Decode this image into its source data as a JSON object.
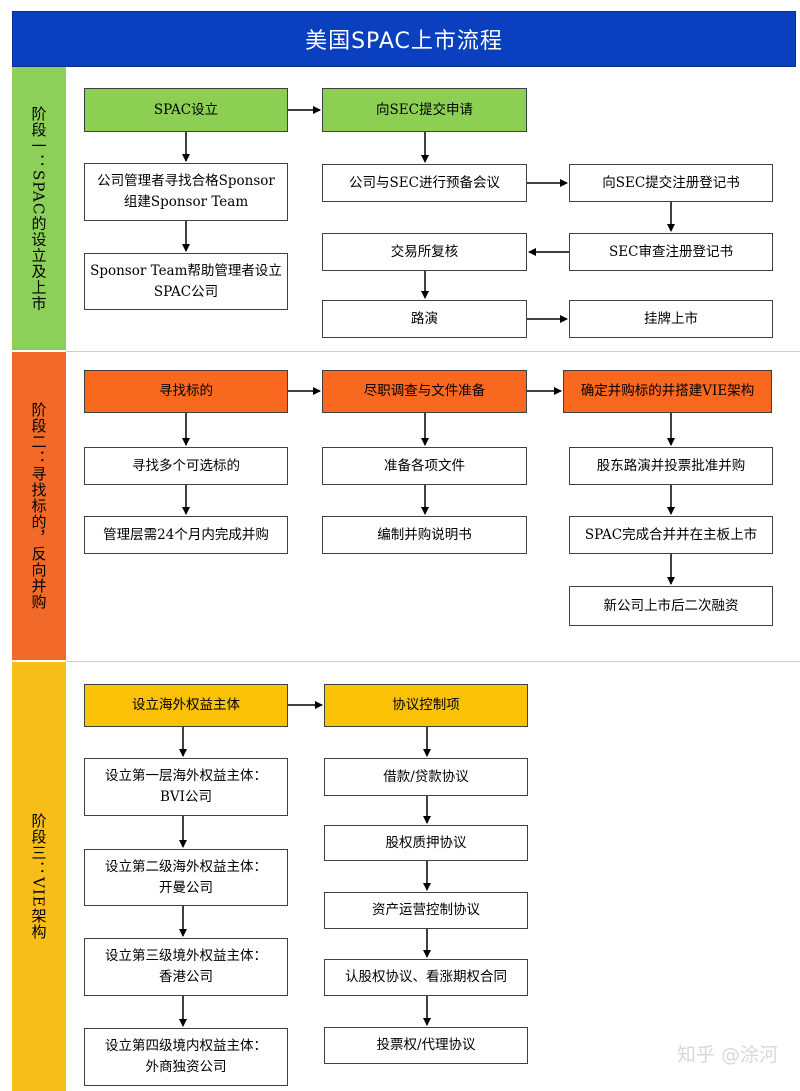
{
  "title": "美国SPAC上市流程",
  "stages": [
    {
      "label": "阶段一：SPAC的设立及上市"
    },
    {
      "label": "阶段二：寻找标的，反向并购"
    },
    {
      "label": "阶段三：VIE架构"
    }
  ],
  "boxes": {
    "spac_setup": "SPAC设立",
    "sec_apply": "向SEC提交申请",
    "find_sponsor": "公司管理者寻找合格Sponsor\n组建Sponsor Team",
    "sponsor_help": "Sponsor Team帮助管理者设立\nSPAC公司",
    "pre_meeting": "公司与SEC进行预备会议",
    "submit_reg": "向SEC提交注册登记书",
    "exchange_review": "交易所复核",
    "sec_review": "SEC审查注册登记书",
    "roadshow": "路演",
    "listing": "挂牌上市",
    "find_target": "寻找标的",
    "due_diligence": "尽职调查与文件准备",
    "confirm_vie": "确定并购标的并搭建VIE架构",
    "find_multi": "寻找多个可选标的",
    "prepare_docs": "准备各项文件",
    "shareholder_vote": "股东路演并投票批准并购",
    "mgmt_24": "管理层需24个月内完成并购",
    "merger_doc": "编制并购说明书",
    "spac_main": "SPAC完成合并并在主板上市",
    "secondary": "新公司上市后二次融资",
    "offshore": "设立海外权益主体",
    "agreements": "协议控制项",
    "layer1": "设立第一层海外权益主体：\nBVI公司",
    "loan": "借款/贷款协议",
    "pledge": "股权质押协议",
    "layer2": "设立第二级海外权益主体：\n开曼公司",
    "ops": "资产运营控制协议",
    "layer3": "设立第三级境外权益主体：\n香港公司",
    "subscription": "认股权协议、看涨期权合同",
    "layer4": "设立第四级境内权益主体：\n外商独资公司",
    "proxy": "投票权/代理协议"
  },
  "watermark": "知乎 @涂河",
  "colors": {
    "title_bg": "#0a3fbf",
    "stage1": "#8cd05a",
    "stage2": "#f26a2a",
    "stage3": "#f7be19"
  }
}
